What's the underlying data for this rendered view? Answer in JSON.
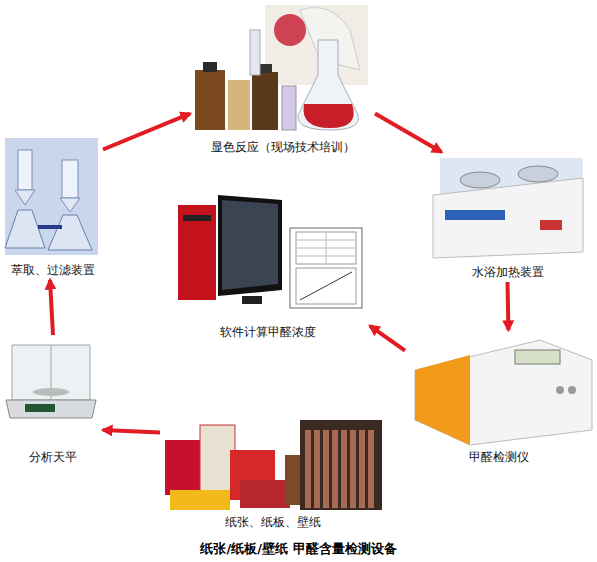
{
  "diagram": {
    "title": "纸张/纸板/壁纸 甲醛含量检测设备",
    "nodes": [
      {
        "text": [
          "显色反应（现场技术培训）"
        ]
      },
      {
        "text": [
          "萃取、过滤装置"
        ]
      },
      {
        "text": [
          "水浴加热装置"
        ]
      },
      {
        "text": [
          "软件计算甲醛浓度"
        ]
      },
      {
        "text": [
          "分析天平"
        ]
      },
      {
        "text": [
          "甲醛检测仪"
        ]
      },
      {
        "text": [
          "纸张、纸板、壁纸"
        ]
      }
    ],
    "edges": [
      {
        "from": 6,
        "to": 4,
        "arrow": "to"
      },
      {
        "from": 4,
        "to": 1,
        "arrow": "to"
      },
      {
        "from": 1,
        "to": 0,
        "arrow": "to"
      },
      {
        "from": 0,
        "to": 2,
        "arrow": "to"
      },
      {
        "from": 2,
        "to": 5,
        "arrow": "to"
      },
      {
        "from": 5,
        "to": 3,
        "arrow": "to"
      }
    ]
  }
}
